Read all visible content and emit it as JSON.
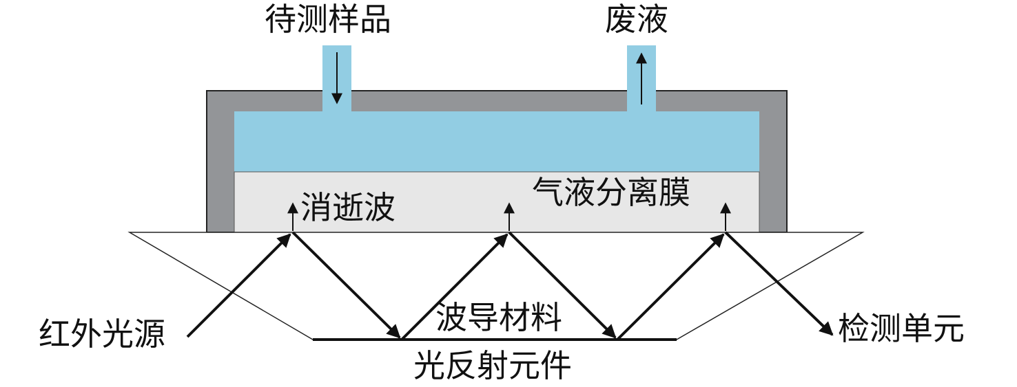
{
  "labels": {
    "sample_in": "待测样品",
    "waste": "废液",
    "evanescent_wave": "消逝波",
    "membrane": "气液分离膜",
    "ir_source": "红外光源",
    "waveguide_material": "波导材料",
    "detector": "检测单元",
    "reflector": "光反射元件"
  },
  "colors": {
    "housing": "#939598",
    "liquid": "#92cde3",
    "membrane": "#e7e7e7",
    "line": "#111111"
  }
}
